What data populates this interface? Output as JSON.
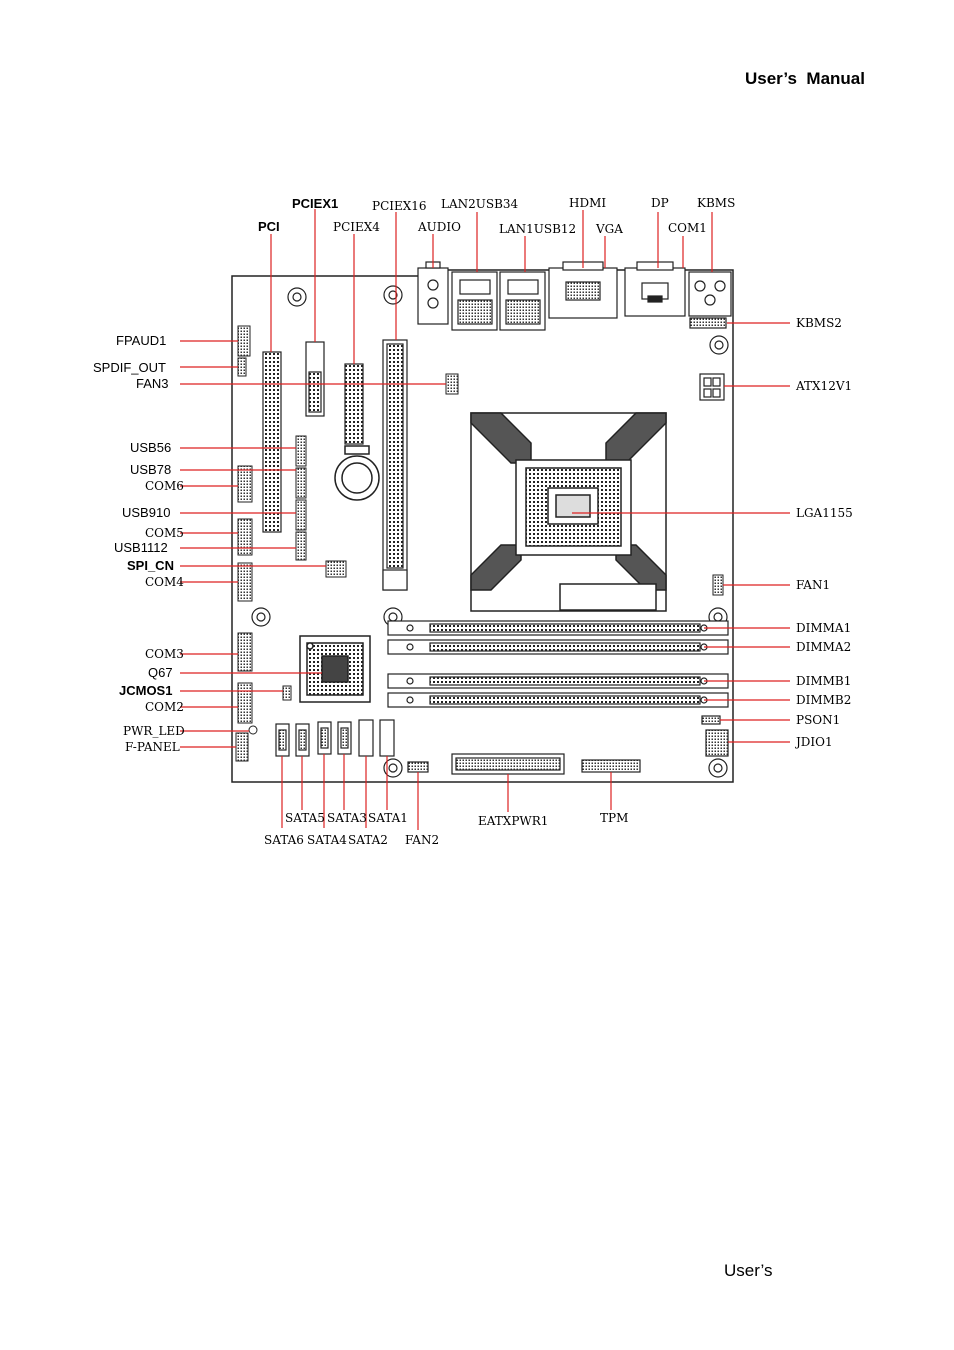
{
  "header": {
    "title": "User’s  Manual"
  },
  "footer": {
    "text": "User’s"
  },
  "diagram": {
    "labels": {
      "pci": "PCI",
      "pciex1": "PCIEX1",
      "pciex4": "PCIEX4",
      "pciex16": "PCIEX16",
      "audio": "AUDIO",
      "lan2usb34": "LAN2USB34",
      "lan1usb12": "LAN1USB12",
      "hdmi": "HDMI",
      "vga": "VGA",
      "dp": "DP",
      "com1": "COM1",
      "kbms": "KBMS",
      "fpaud1": "FPAUD1",
      "spdif_out": "SPDIF_OUT",
      "fan3": "FAN3",
      "usb56": "USB56",
      "usb78": "USB78",
      "com6": "COM6",
      "usb910": "USB910",
      "com5": "COM5",
      "usb1112": "USB1112",
      "spi_cn": "SPI_CN",
      "com4": "COM4",
      "com3": "COM3",
      "q67": "Q67",
      "jcmos1": "JCMOS1",
      "com2": "COM2",
      "pwr_led": "PWR_LED",
      "f_panel": "F-PANEL",
      "kbms2": "KBMS2",
      "atx12v1": "ATX12V1",
      "lga1155": "LGA1155",
      "fan1": "FAN1",
      "dimma1": "DIMMA1",
      "dimma2": "DIMMA2",
      "dimmb1": "DIMMB1",
      "dimmb2": "DIMMB2",
      "pson1": "PSON1",
      "jdio1": "JDIO1",
      "sata5": "SATA5",
      "sata3": "SATA3",
      "sata1": "SATA1",
      "sata6": "SATA6",
      "sata4": "SATA4",
      "sata2": "SATA2",
      "fan2": "FAN2",
      "eatxpwr1": "EATXPWR1",
      "tpm": "TPM"
    }
  }
}
